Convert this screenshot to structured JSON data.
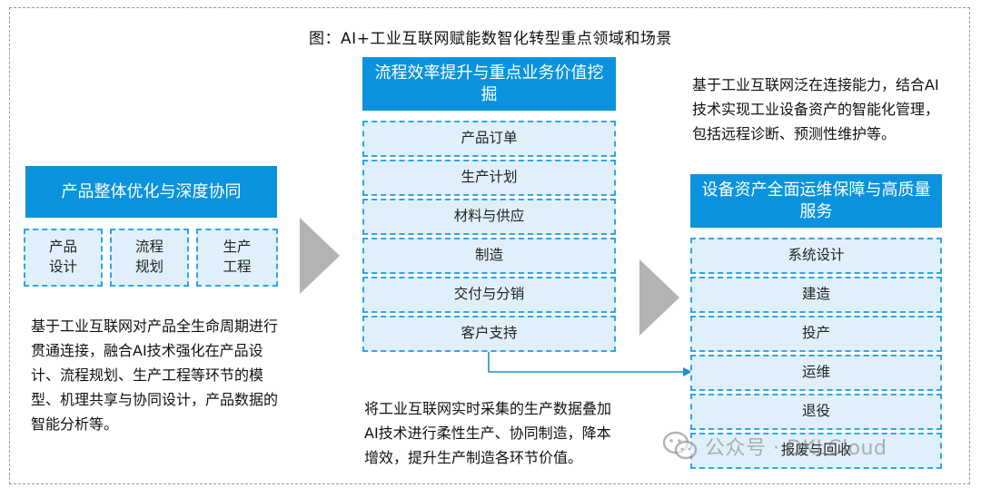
{
  "title": "图：AI+工业互联网赋能数智化转型重点领域和场景",
  "left": {
    "header": "产品整体优化与深度协同",
    "cells": [
      "产品\n设计",
      "流程\n规划",
      "生产\n工程"
    ],
    "description": "基于工业互联网对产品全生命周期进行贯通连接，融合AI技术强化在产品设计、流程规划、生产工程等环节的模型、机理共享与协同设计，产品数据的智能分析等。"
  },
  "middle": {
    "header": "流程效率提升与重点业务价值挖掘",
    "items": [
      "产品订单",
      "生产计划",
      "材料与供应",
      "制造",
      "交付与分销",
      "客户支持"
    ],
    "description": "将工业互联网实时采集的生产数据叠加AI技术进行柔性生产、协同制造，降本增效，提升生产制造各环节价值。"
  },
  "right": {
    "description": "基于工业互联网泛在连接能力，结合AI技术实现工业设备资产的智能化管理，包括远程诊断、预测性维护等。",
    "header": "设备资产全面运维保障与高质量服务",
    "items": [
      "系统设计",
      "建造",
      "投产",
      "运维",
      "退役",
      "报废与回收"
    ]
  },
  "watermark": "公众号 · DKLCloud",
  "colors": {
    "header_blue": "#0a93dc",
    "cell_fill": "#dff0fb",
    "cell_border": "#31a6e2",
    "arrow_gray": "#b3b3b3",
    "connector": "#1f8fd6"
  }
}
